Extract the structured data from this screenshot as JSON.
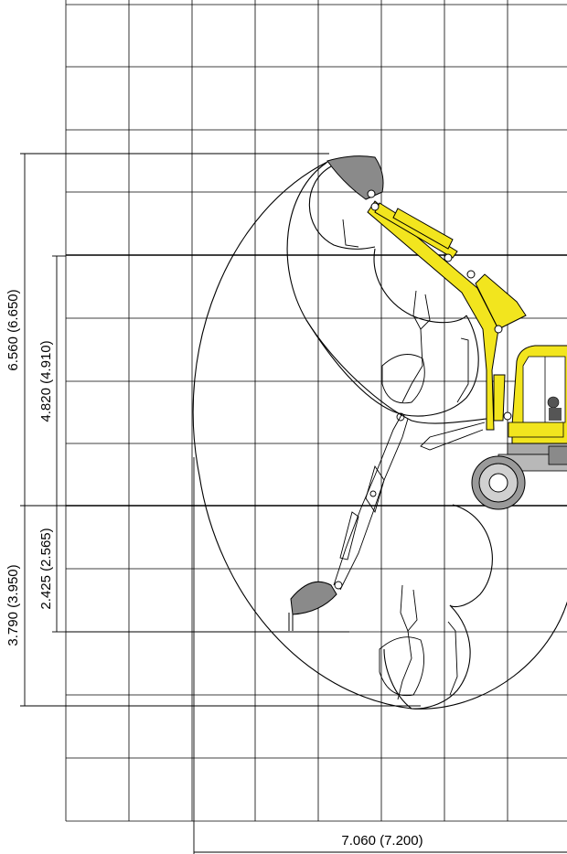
{
  "dimensions": {
    "max_dig_height": "6.560 (6.650)",
    "max_dump_height": "4.820 (4.910)",
    "max_dig_depth": "3.790 (3.950)",
    "max_vertical_wall_depth": "2.425 (2.565)",
    "max_reach": "7.060 (7.200)"
  },
  "colors": {
    "machine": "#f2e51e",
    "grid": "#000000",
    "bucket": "#8a8a8a",
    "chassis": "#a8a8a8"
  }
}
